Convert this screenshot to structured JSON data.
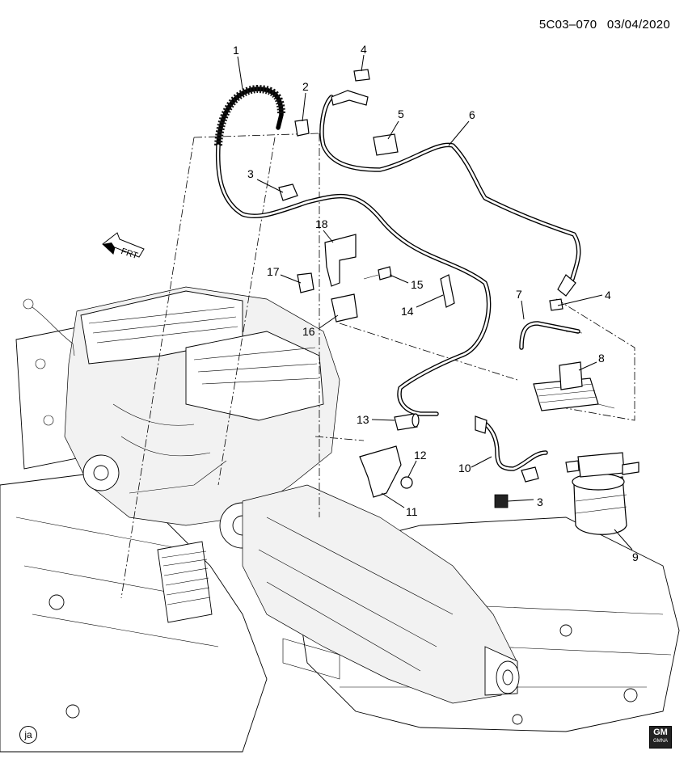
{
  "header": {
    "diagram_id": "5C03–070",
    "date": "03/04/2020"
  },
  "direction_marker": "FRT",
  "callouts": [
    {
      "id": "c1",
      "text": "1"
    },
    {
      "id": "c2",
      "text": "2"
    },
    {
      "id": "c3a",
      "text": "3"
    },
    {
      "id": "c4a",
      "text": "4"
    },
    {
      "id": "c5",
      "text": "5"
    },
    {
      "id": "c6",
      "text": "6"
    },
    {
      "id": "c7",
      "text": "7"
    },
    {
      "id": "c4b",
      "text": "4"
    },
    {
      "id": "c8",
      "text": "8"
    },
    {
      "id": "c18",
      "text": "18"
    },
    {
      "id": "c17",
      "text": "17"
    },
    {
      "id": "c15",
      "text": "15"
    },
    {
      "id": "c14",
      "text": "14"
    },
    {
      "id": "c16",
      "text": "16"
    },
    {
      "id": "c13",
      "text": "13"
    },
    {
      "id": "c12",
      "text": "12"
    },
    {
      "id": "c11",
      "text": "11"
    },
    {
      "id": "c10",
      "text": "10"
    },
    {
      "id": "c3b",
      "text": "3"
    },
    {
      "id": "c9",
      "text": "9"
    }
  ],
  "footer": {
    "ja_badge": "ja",
    "gm_logo": "GM",
    "gm_sub": "GMNA"
  }
}
